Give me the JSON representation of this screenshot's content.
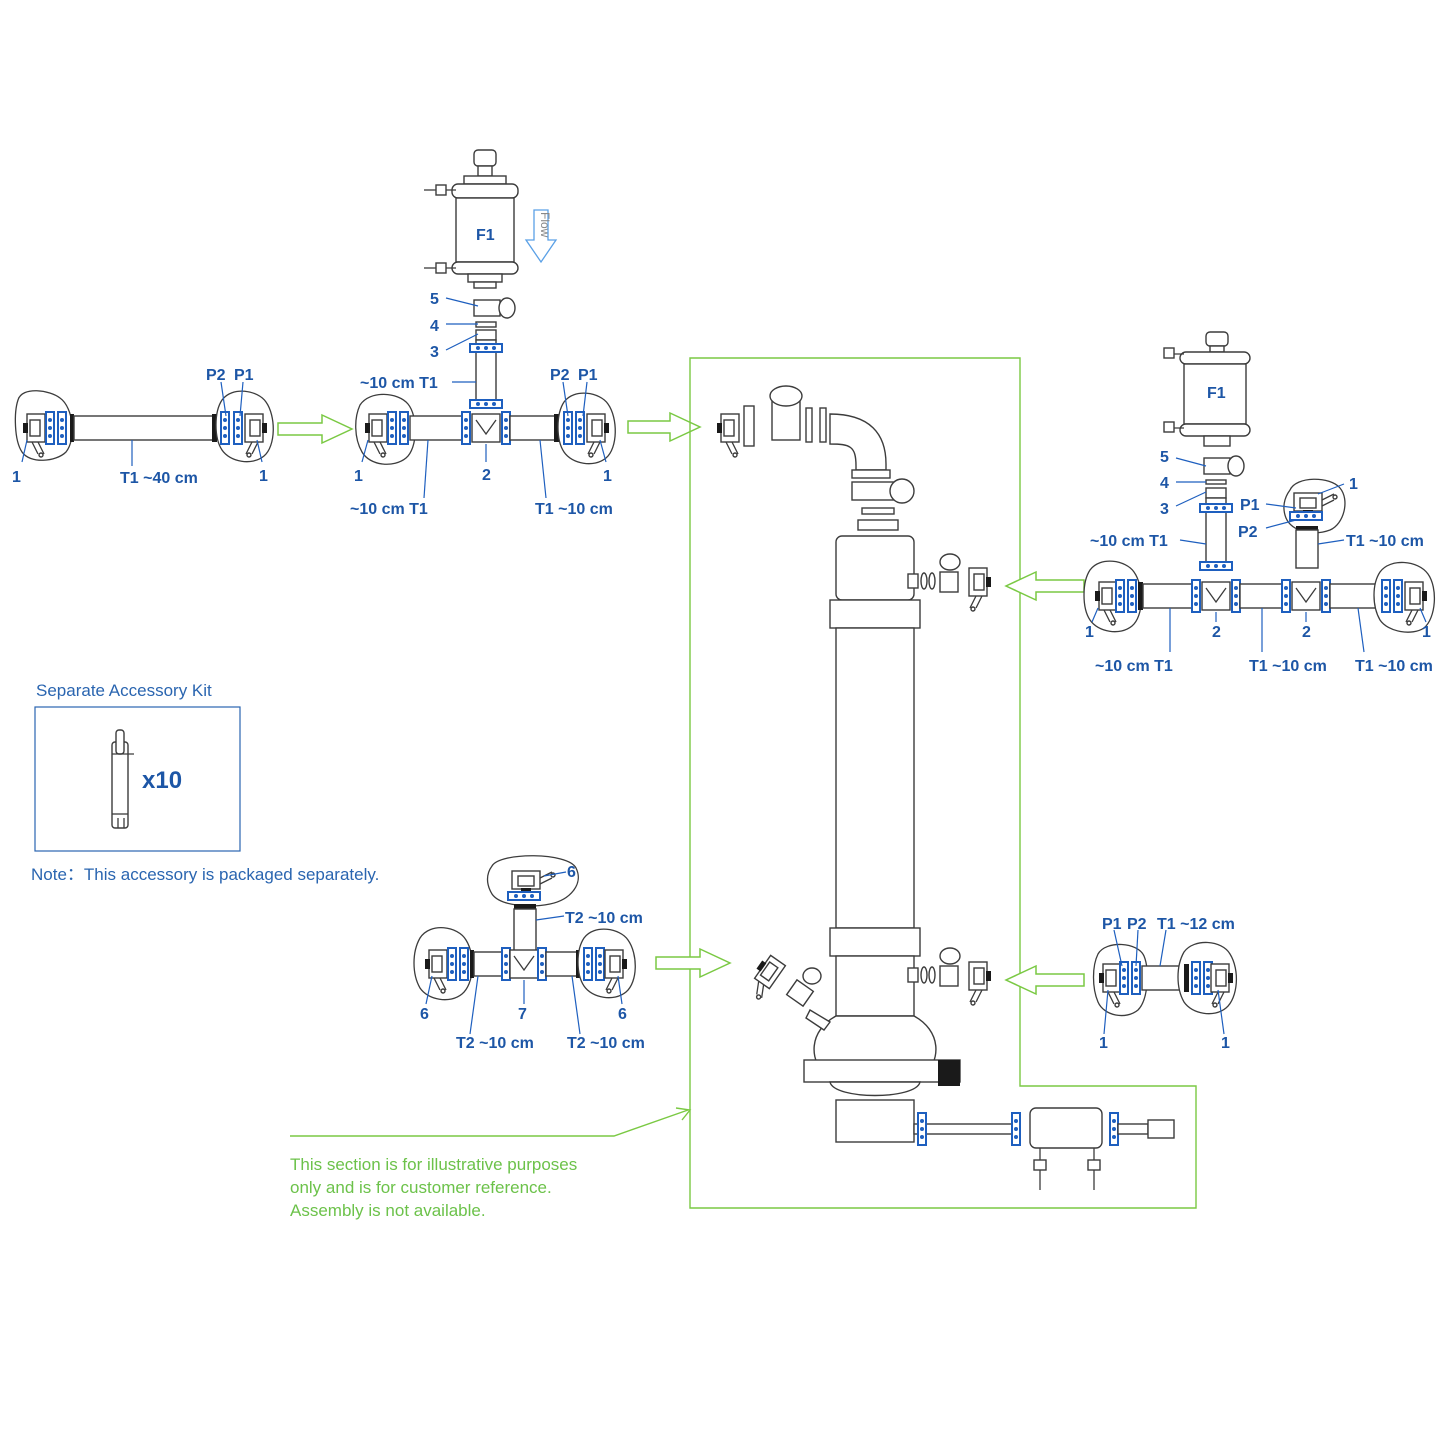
{
  "labels": {
    "a1_left_1": "1",
    "a1_p2": "P2",
    "a1_p1": "P1",
    "a1_t1": "T1 ~40 cm",
    "a1_right_1": "1",
    "b_f1": "F1",
    "b_flow": "Flow",
    "b_5": "5",
    "b_4": "4",
    "b_3": "3",
    "b_t1_top": "~10 cm T1",
    "b_p2": "P2",
    "b_p1": "P1",
    "b_left_1": "1",
    "b_2": "2",
    "b_right_1": "1",
    "b_t1_left": "~10 cm T1",
    "b_t1_right": "T1 ~10 cm",
    "c_f1": "F1",
    "c_5": "5",
    "c_4": "4",
    "c_3": "3",
    "c_1_top": "1",
    "c_p1": "P1",
    "c_p2": "P2",
    "c_t1_top_left": "~10 cm T1",
    "c_t1_top_right": "T1 ~10 cm",
    "c_1_left": "1",
    "c_2_a": "2",
    "c_2_b": "2",
    "c_1_right": "1",
    "c_t1_bottom_left": "~10 cm T1",
    "c_t1_bottom_mid": "T1 ~10 cm",
    "c_t1_bottom_right": "T1 ~10 cm",
    "d_6_top": "6",
    "d_t2_top": "T2 ~10 cm",
    "d_6_left": "6",
    "d_7": "7",
    "d_6_right": "6",
    "d_t2_left": "T2 ~10 cm",
    "d_t2_right": "T2 ~10 cm",
    "e_p1": "P1",
    "e_p2": "P2",
    "e_t1": "T1 ~12 cm",
    "e_1_left": "1",
    "e_1_right": "1"
  },
  "accessory": {
    "title": "Separate Accessory Kit",
    "quantity": "x10",
    "note": "Note：This accessory is packaged separately."
  },
  "illustrative_note": {
    "line1": "This section is for illustrative purposes",
    "line2": "only and is for customer reference.",
    "line3": "Assembly is not available."
  },
  "colors": {
    "label_blue": "#1d56a6",
    "accent_green": "#7ac943",
    "line_dark": "#3c3c3c",
    "clamp_blue": "#1e5fbf"
  }
}
